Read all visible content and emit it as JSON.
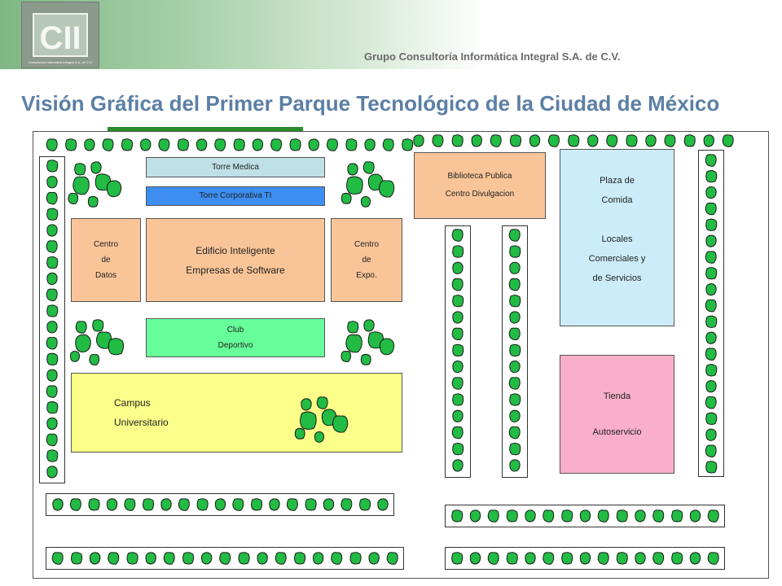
{
  "header": {
    "logo_text": "CII",
    "logo_caption": "Consultoría Informática Integral S.A. de C.V.",
    "company": "Grupo Consultoría Informática Integral S.A. de C.V."
  },
  "title": "Visión Gráfica del Primer Parque Tecnológico de la Ciudad de México",
  "colors": {
    "title": "#5b7fa6",
    "accent_bar": "#2b8a2b",
    "tree": "#22bb44",
    "torre_medica": "#bfe0e6",
    "torre_corporativa": "#3d8ef0",
    "peach_buildings": "#f9c598",
    "club": "#66ff99",
    "plaza": "#ccecfa",
    "tienda": "#f9afc9",
    "campus": "#fbff89"
  },
  "buildings": {
    "torre_medica": {
      "lines": [
        "Torre Medica"
      ]
    },
    "torre_corporativa": {
      "lines": [
        "Torre  Corporativa TI"
      ]
    },
    "centro_datos": {
      "lines": [
        "Centro",
        "de",
        "Datos"
      ]
    },
    "edificio": {
      "lines": [
        "Edificio Inteligente",
        "Empresas de Software"
      ]
    },
    "centro_expo": {
      "lines": [
        "Centro",
        "de",
        "Expo."
      ]
    },
    "club": {
      "lines": [
        "Club",
        "Deportivo"
      ]
    },
    "campus": {
      "lines": [
        "Campus",
        "Universitario"
      ]
    },
    "biblioteca": {
      "lines": [
        "Biblioteca Publica",
        "Centro Divulgacion"
      ]
    },
    "plaza": {
      "lines": [
        "Plaza de",
        "Comida",
        "",
        "Locales",
        "Comerciales  y",
        "de Servicios"
      ]
    },
    "tienda": {
      "lines": [
        "Tienda",
        "",
        "Autoservicio"
      ]
    }
  }
}
